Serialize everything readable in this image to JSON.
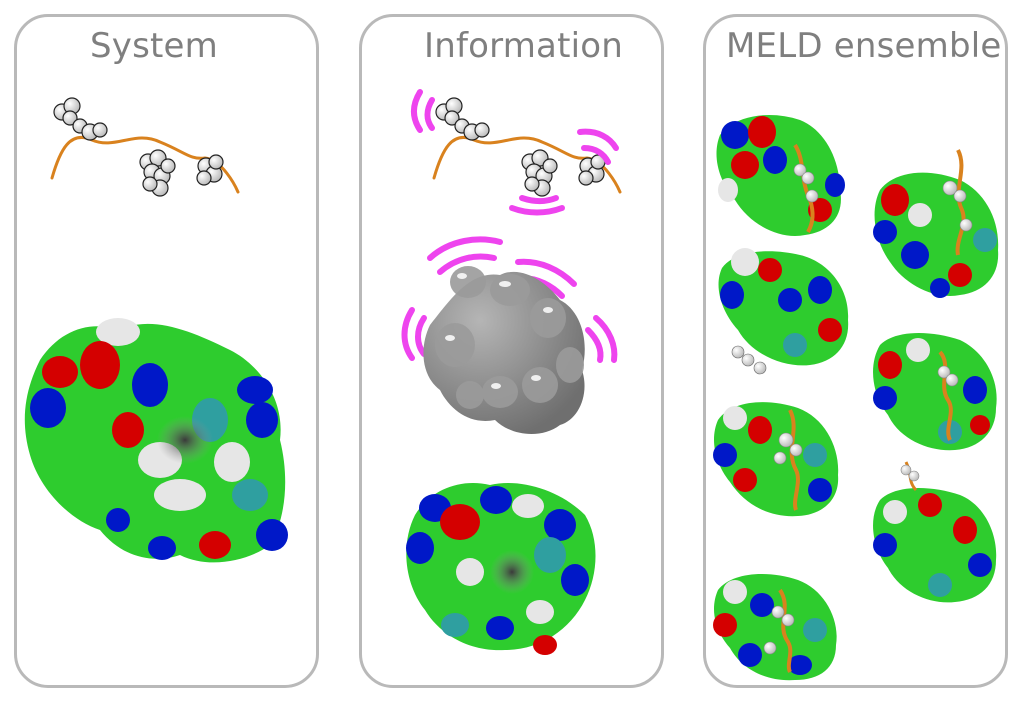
{
  "panels": [
    {
      "title": "System"
    },
    {
      "title": "Information"
    },
    {
      "title": "MELD ensemble"
    }
  ],
  "colors": {
    "border": "#b9b9b9",
    "title": "#7f7f7f",
    "hydrophobic": "#2ecc2e",
    "acidic": "#d40000",
    "basic": "#0018c8",
    "polar": "#2f9fa0",
    "backbone_surface": "#e6e6e6",
    "peptide_chain": "#d9821e",
    "restraint_signal": "#ee44ee",
    "uninformed_surface": "#8c8c8c"
  },
  "icons": [
    "peptide-chain-icon",
    "protein-surface-icon",
    "restraint-signal-icon"
  ]
}
